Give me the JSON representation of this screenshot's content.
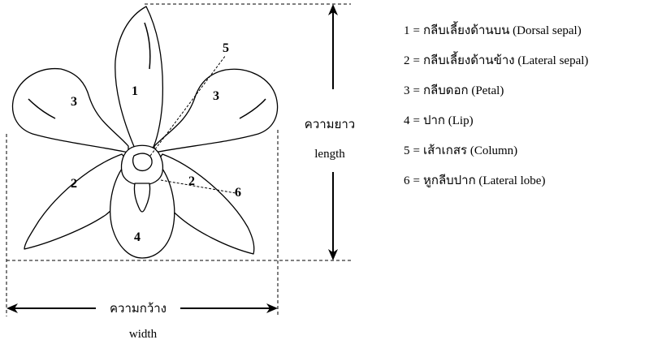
{
  "labels": {
    "length_thai": "ความยาว",
    "length_en": "length",
    "width_thai": "ความกว้าง",
    "width_en": "width"
  },
  "part_numbers": [
    "1",
    "2",
    "3",
    "4",
    "5",
    "6"
  ],
  "legend": [
    {
      "num": "1",
      "text": "กลีบเลี้ยงด้านบน (Dorsal sepal)"
    },
    {
      "num": "2",
      "text": "กลีบเลี้ยงด้านข้าง (Lateral sepal)"
    },
    {
      "num": "3",
      "text": "กลีบดอก (Petal)"
    },
    {
      "num": "4",
      "text": "ปาก (Lip)"
    },
    {
      "num": "5",
      "text": "เส้าเกสร (Column)"
    },
    {
      "num": "6",
      "text": "หูกลีบปาก (Lateral lobe)"
    }
  ],
  "colors": {
    "ink": "#000000",
    "background": "#ffffff"
  }
}
